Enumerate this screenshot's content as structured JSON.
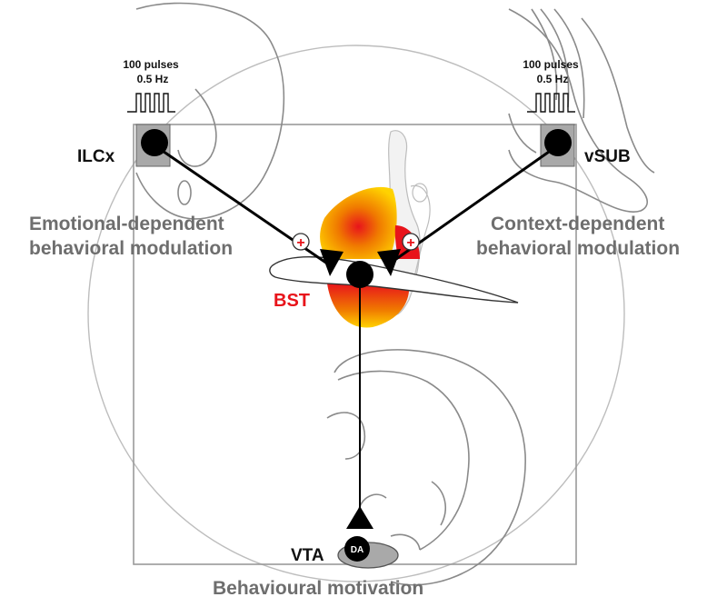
{
  "regions": {
    "ilcx": "ILCx",
    "vsub": "vSUB",
    "bst": "BST",
    "vta": "VTA",
    "da": "DA"
  },
  "stimulation": {
    "left": {
      "pulses": "100 pulses",
      "freq": "0.5 Hz"
    },
    "right": {
      "pulses": "100 pulses",
      "freq": "0.5 Hz"
    }
  },
  "functions": {
    "emotional_line1": "Emotional-dependent",
    "emotional_line2": "behavioral modulation",
    "context_line1": "Context-dependent",
    "context_line2": "behavioral modulation",
    "motivation": "Behavioural motivation"
  },
  "synapse_sign": "+",
  "colors": {
    "bst_red": "#e8141b",
    "gradient_yellow": "#ffd200",
    "gradient_orange": "#f07a00",
    "label_gray": "#6e6e6e",
    "neuron": "#000000",
    "stim_box": "#a9a9a9"
  }
}
